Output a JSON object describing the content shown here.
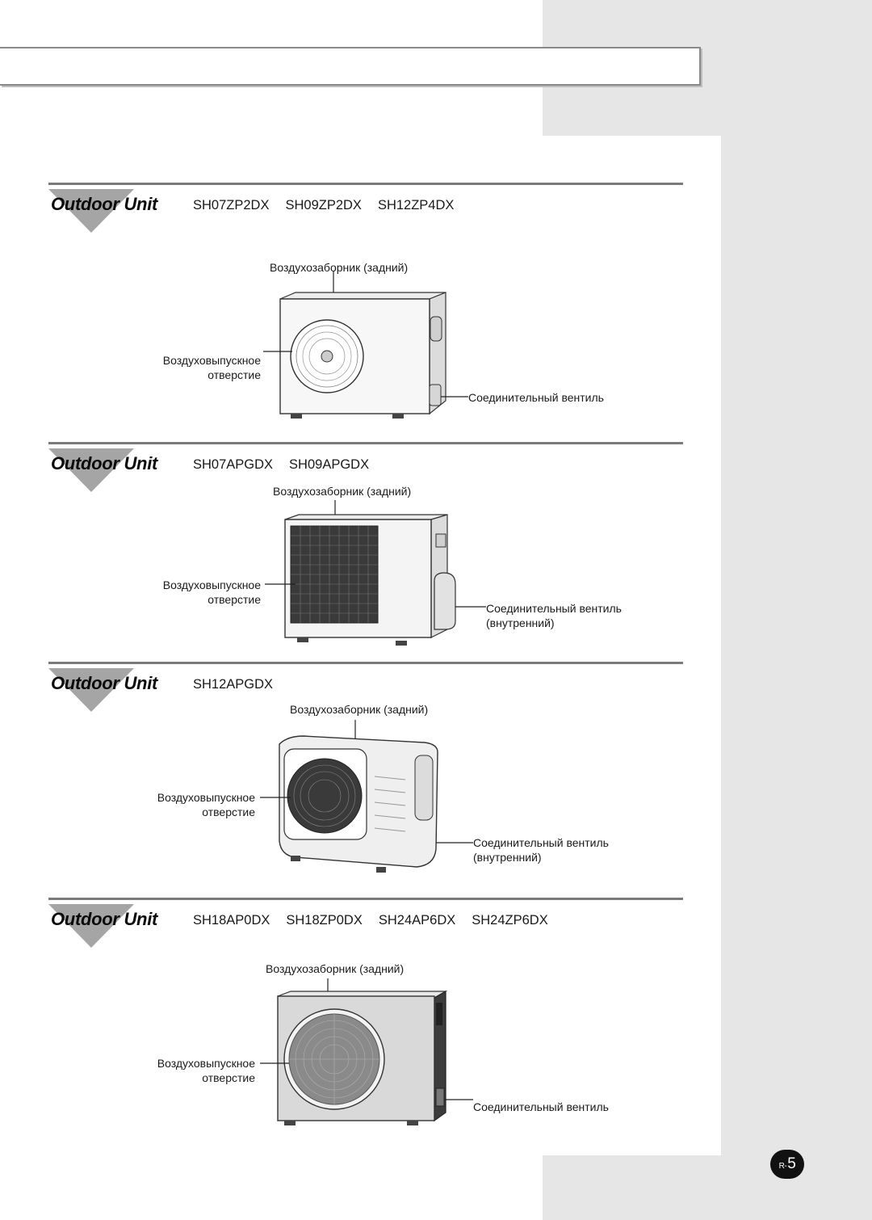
{
  "page": {
    "number_prefix": "R-",
    "number": "5"
  },
  "sections": [
    {
      "title": "Outdoor Unit",
      "models": [
        "SH07ZP2DX",
        "SH09ZP2DX",
        "SH12ZP4DX"
      ],
      "air_intake": "Воздухозаборник (задний)",
      "air_outlet_1": "Воздуховыпускное",
      "air_outlet_2": "отверстие",
      "valve_1": "Соединительный вентиль",
      "valve_2": ""
    },
    {
      "title": "Outdoor Unit",
      "models": [
        "SH07APGDX",
        "SH09APGDX"
      ],
      "air_intake": "Воздухозаборник (задний)",
      "air_outlet_1": "Воздуховыпускное",
      "air_outlet_2": "отверстие",
      "valve_1": "Соединительный вентиль",
      "valve_2": "(внутренний)"
    },
    {
      "title": "Outdoor Unit",
      "models": [
        "SH12APGDX"
      ],
      "air_intake": "Воздухозаборник (задний)",
      "air_outlet_1": "Воздуховыпускное",
      "air_outlet_2": "отверстие",
      "valve_1": "Соединительный вентиль",
      "valve_2": "(внутренний)"
    },
    {
      "title": "Outdoor Unit",
      "models": [
        "SH18AP0DX",
        "SH18ZP0DX",
        "SH24AP6DX",
        "SH24ZP6DX"
      ],
      "air_intake": "Воздухозаборник (задний)",
      "air_outlet_1": "Воздуховыпускное",
      "air_outlet_2": "отверстие",
      "valve_1": "Соединительный вентиль",
      "valve_2": ""
    }
  ]
}
